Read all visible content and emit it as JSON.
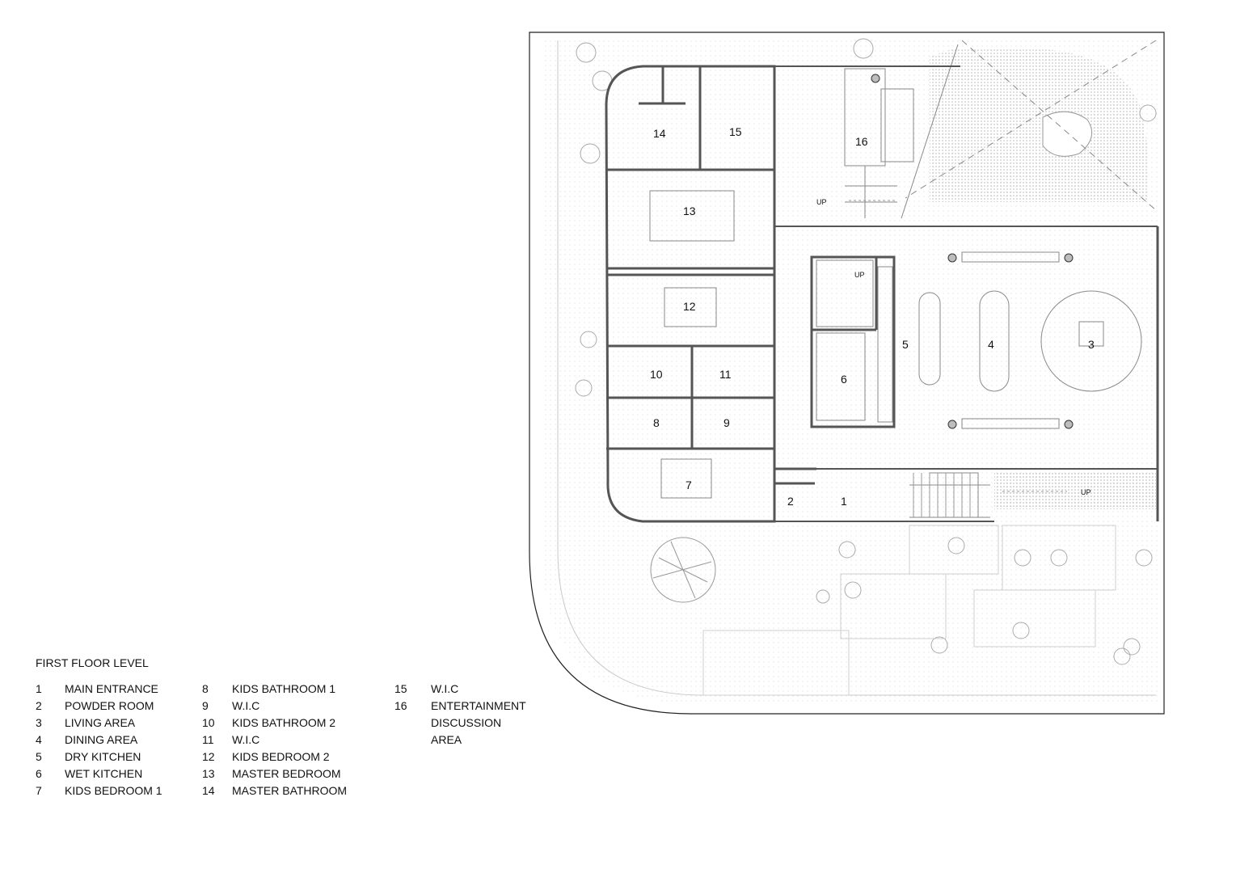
{
  "legend": {
    "title": "FIRST FLOOR LEVEL",
    "items": [
      {
        "num": "1",
        "label": "MAIN ENTRANCE"
      },
      {
        "num": "2",
        "label": "POWDER ROOM"
      },
      {
        "num": "3",
        "label": "LIVING AREA"
      },
      {
        "num": "4",
        "label": "DINING AREA"
      },
      {
        "num": "5",
        "label": "DRY KITCHEN"
      },
      {
        "num": "6",
        "label": "WET KITCHEN"
      },
      {
        "num": "7",
        "label": "KIDS BEDROOM 1"
      },
      {
        "num": "8",
        "label": "KIDS BATHROOM 1"
      },
      {
        "num": "9",
        "label": "W.I.C"
      },
      {
        "num": "10",
        "label": "KIDS BATHROOM 2"
      },
      {
        "num": "11",
        "label": "W.I.C"
      },
      {
        "num": "12",
        "label": "KIDS BEDROOM 2"
      },
      {
        "num": "13",
        "label": "MASTER BEDROOM"
      },
      {
        "num": "14",
        "label": "MASTER BATHROOM"
      },
      {
        "num": "15",
        "label": "W.I.C"
      },
      {
        "num": "16",
        "label": "ENTERTAINMENT DISCUSSION AREA"
      }
    ]
  },
  "plan": {
    "room_numbers": [
      "1",
      "2",
      "3",
      "4",
      "5",
      "6",
      "7",
      "8",
      "9",
      "10",
      "11",
      "12",
      "13",
      "14",
      "15",
      "16"
    ],
    "stair_up_label": "UP"
  },
  "colors": {
    "wall": "#555555",
    "line": "#9a9a9a",
    "landscape": "#e6e6e6"
  }
}
